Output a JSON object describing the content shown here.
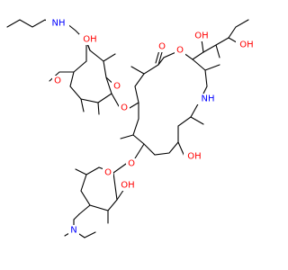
{
  "molecule": {
    "atom_labels": {
      "o_tl_methoxy": "O",
      "o_sugar1_ring": "O",
      "o_sugar1_link": "O",
      "oh_sugar1": "OH",
      "nh_propyl": "NH",
      "o_lactone_carbonyl": "O",
      "o_lactone_ring": "O",
      "oh_top_right": "OH",
      "oh_side_chain": "OH",
      "nh_ring": "NH",
      "oh_ring": "OH",
      "o_sugar2_link": "O",
      "o_sugar2_ring": "O",
      "oh_sugar2": "OH",
      "n_dimethylamino": "N"
    },
    "colors": {
      "oxygen": "#ff0000",
      "nitrogen": "#0000ff",
      "bond": "#000000"
    }
  }
}
